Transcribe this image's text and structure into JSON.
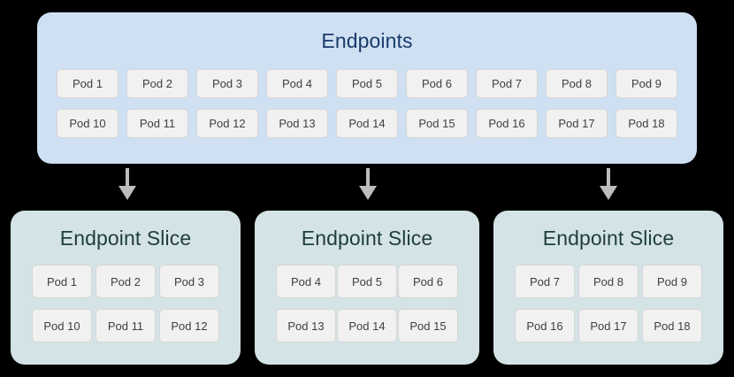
{
  "diagram": {
    "background_color": "#000000",
    "endpoints": {
      "title": "Endpoints",
      "panel_color": "#cfe0f3",
      "title_color": "#1a3a6b",
      "rows": [
        [
          "Pod 1",
          "Pod 2",
          "Pod 3",
          "Pod 4",
          "Pod 5",
          "Pod 6",
          "Pod 7",
          "Pod 8",
          "Pod 9"
        ],
        [
          "Pod 10",
          "Pod 11",
          "Pod 12",
          "Pod 13",
          "Pod 14",
          "Pod 15",
          "Pod 16",
          "Pod 17",
          "Pod 18"
        ]
      ]
    },
    "arrows": {
      "color": "#bdbdbd",
      "count": 3,
      "direction": "down"
    },
    "slices": [
      {
        "title": "Endpoint Slice",
        "panel_color": "#d4e3e5",
        "title_color": "#1f3d40",
        "rows": [
          [
            "Pod 1",
            "Pod 2",
            "Pod 3"
          ],
          [
            "Pod 10",
            "Pod 11",
            "Pod 12"
          ]
        ]
      },
      {
        "title": "Endpoint Slice",
        "panel_color": "#d4e3e5",
        "title_color": "#1f3d40",
        "rows": [
          [
            "Pod 4",
            "Pod 5",
            "Pod 6"
          ],
          [
            "Pod 13",
            "Pod 14",
            "Pod 15"
          ]
        ]
      },
      {
        "title": "Endpoint Slice",
        "panel_color": "#d4e3e5",
        "title_color": "#1f3d40",
        "rows": [
          [
            "Pod 7",
            "Pod 8",
            "Pod 9"
          ],
          [
            "Pod 16",
            "Pod 17",
            "Pod 18"
          ]
        ]
      }
    ]
  }
}
